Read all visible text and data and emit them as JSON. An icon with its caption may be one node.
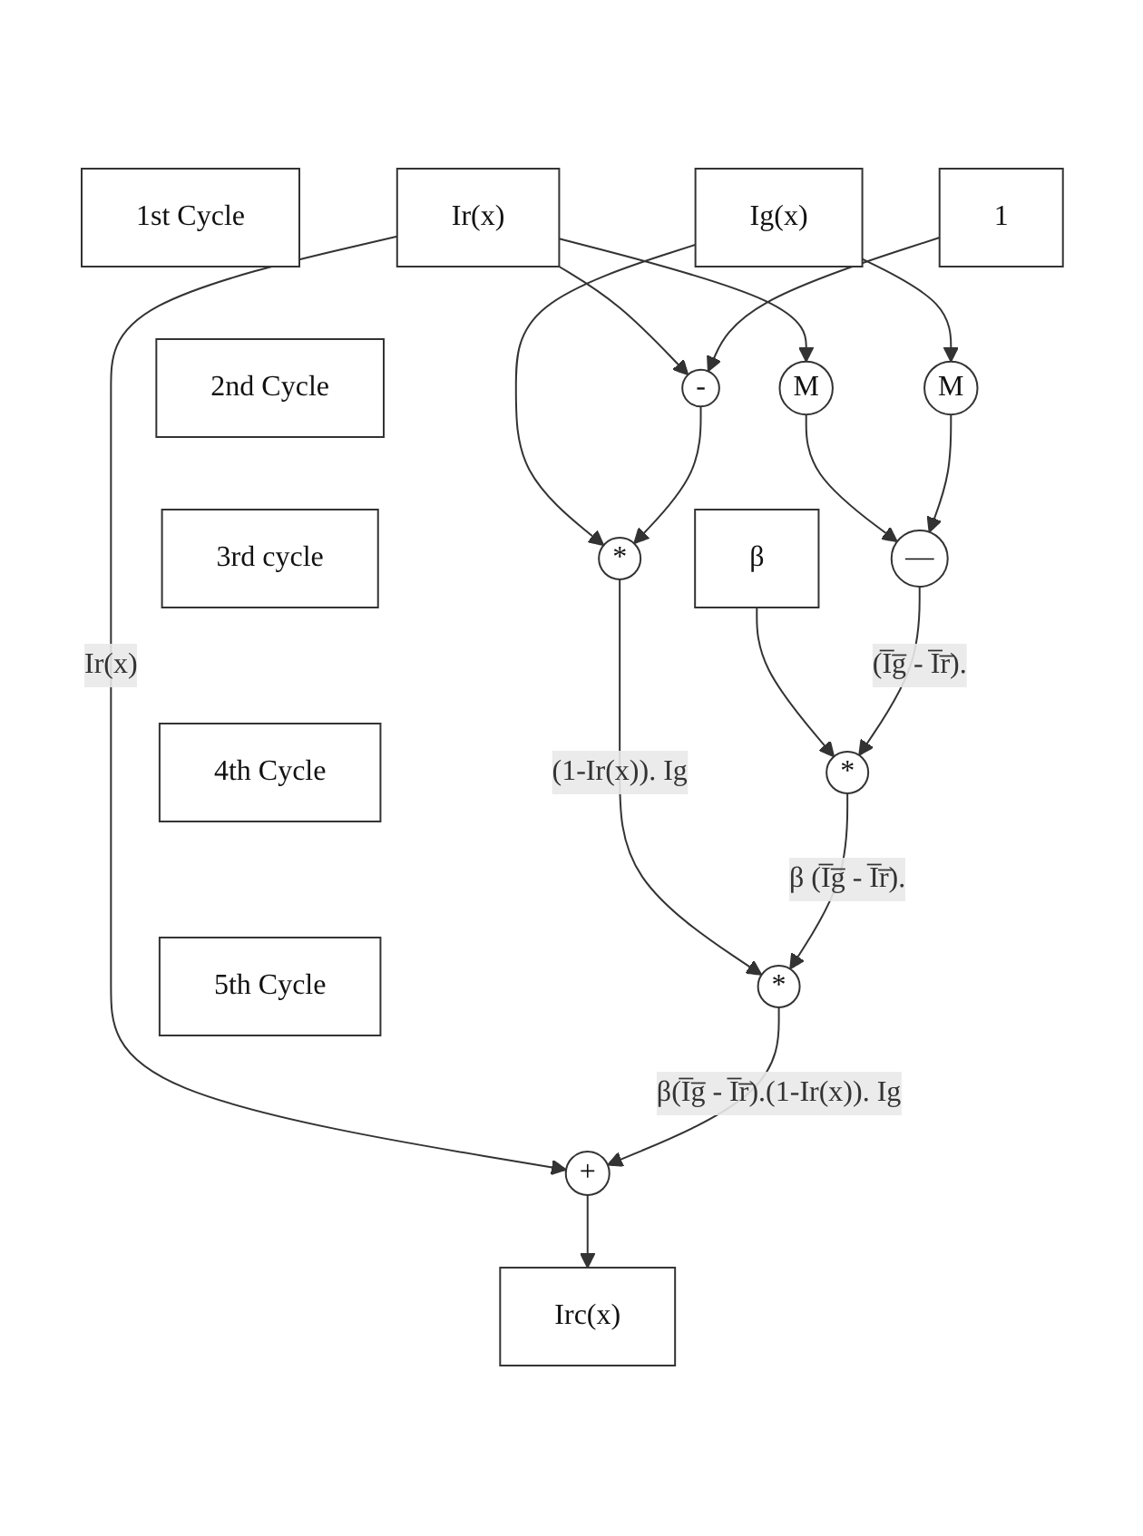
{
  "diagram": {
    "nodes": [
      {
        "text": [
          "Ir(x)"
        ]
      },
      {
        "text": [
          "Ig(x)"
        ]
      },
      {
        "text": [
          "β"
        ]
      },
      {
        "text": [
          "1"
        ]
      },
      {
        "text": [
          "M"
        ]
      },
      {
        "text": [
          "M"
        ]
      },
      {
        "text": [
          "-"
        ]
      },
      {
        "text": [
          "1st Cycle"
        ]
      },
      {
        "text": [
          "—"
        ]
      },
      {
        "text": [
          "*"
        ]
      },
      {
        "text": [
          "2nd Cycle"
        ]
      },
      {
        "text": [
          "*"
        ]
      },
      {
        "text": [
          "3rd cycle"
        ]
      },
      {
        "text": [
          "*"
        ]
      },
      {
        "text": [
          "4th Cycle"
        ]
      },
      {
        "text": [
          "+"
        ]
      },
      {
        "text": [
          "5th Cycle"
        ]
      },
      {
        "text": [
          "Irc(x)"
        ]
      }
    ],
    "edges": [
      {
        "from": 0,
        "to": 4,
        "arrow": "to"
      },
      {
        "from": 0,
        "to": 6,
        "arrow": "to"
      },
      {
        "from": 0,
        "to": 15,
        "arrow": "to",
        "label": "Ir(x)"
      },
      {
        "from": 1,
        "to": 5,
        "arrow": "to"
      },
      {
        "from": 1,
        "to": 9,
        "arrow": "to"
      },
      {
        "from": 2,
        "to": 11,
        "arrow": "to"
      },
      {
        "from": 3,
        "to": 6,
        "arrow": "to"
      },
      {
        "from": 4,
        "to": 8,
        "arrow": "to"
      },
      {
        "from": 5,
        "to": 8,
        "arrow": "to"
      },
      {
        "from": 6,
        "to": 9,
        "arrow": "to"
      },
      {
        "from": 8,
        "to": 11,
        "arrow": "to",
        "label": "(I̅g̅ - I̅r̅)."
      },
      {
        "from": 9,
        "to": 13,
        "arrow": "to",
        "label": "(1-Ir(x)). Ig"
      },
      {
        "from": 11,
        "to": 13,
        "arrow": "to",
        "label": "β (I̅g̅ - I̅r̅)."
      },
      {
        "from": 13,
        "to": 15,
        "arrow": "to",
        "label": "β(I̅g̅ - I̅r̅).(1-Ir(x)). Ig"
      },
      {
        "from": 15,
        "to": 17,
        "arrow": "to"
      }
    ]
  }
}
